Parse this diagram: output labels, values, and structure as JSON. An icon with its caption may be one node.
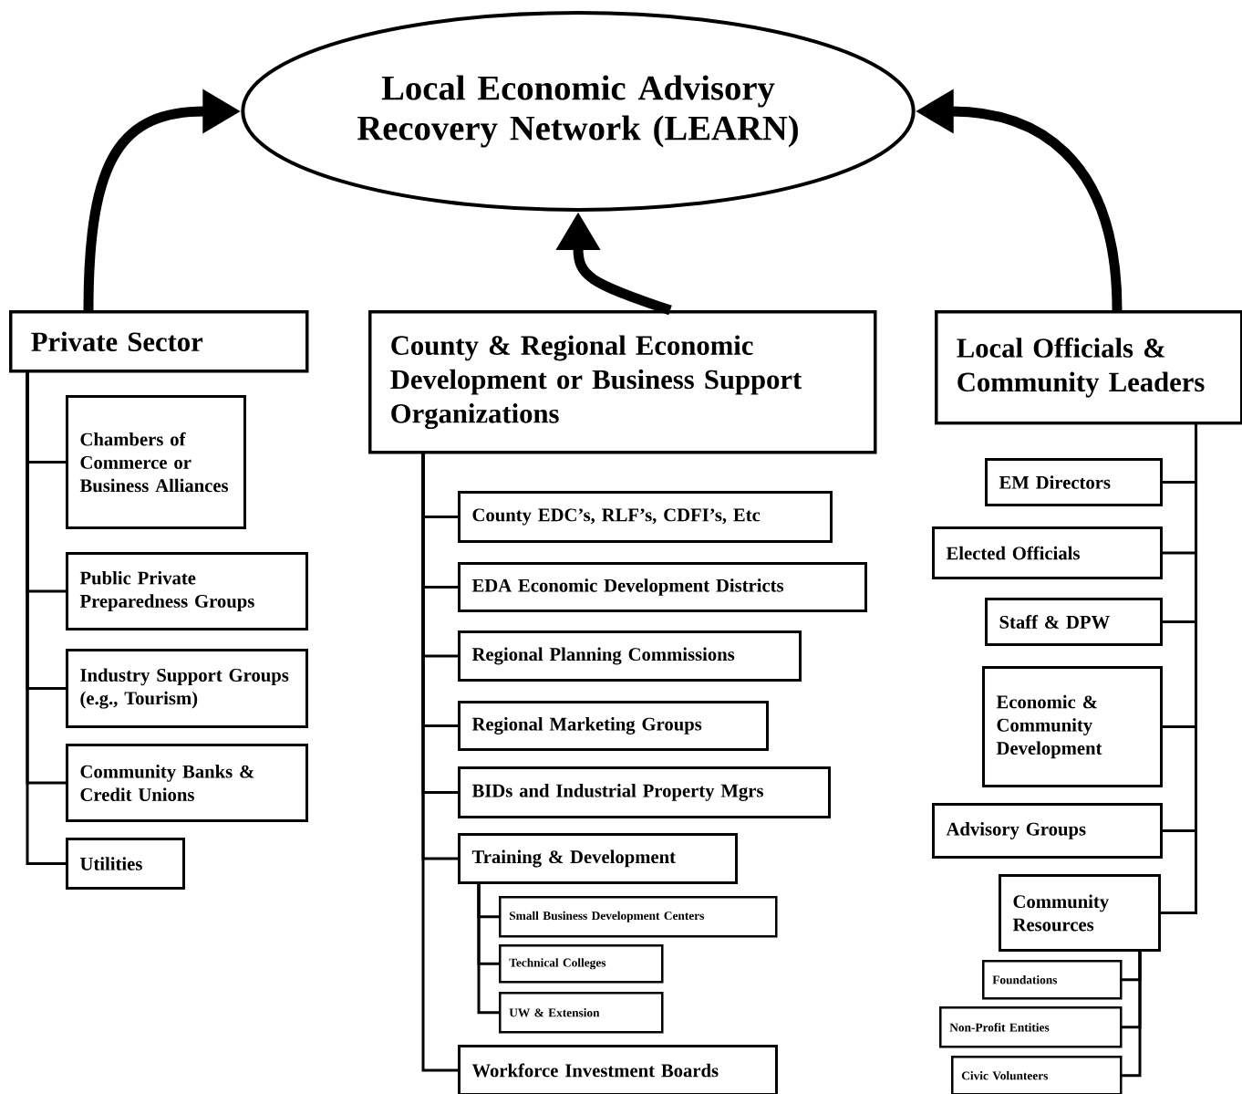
{
  "diagram": {
    "nodes": [
      {
        "text": [
          "Local Economic Advisory Recovery Network (LEARN)"
        ]
      },
      {
        "text": [
          "Private Sector"
        ]
      },
      {
        "text": [
          "Chambers of Commerce or Business Alliances"
        ]
      },
      {
        "text": [
          "Public Private Preparedness Groups"
        ]
      },
      {
        "text": [
          "Industry Support Groups (e.g., Tourism)"
        ]
      },
      {
        "text": [
          "Community Banks & Credit Unions"
        ]
      },
      {
        "text": [
          "Utilities"
        ]
      },
      {
        "text": [
          "County & Regional Economic Development or Business Support Organizations"
        ]
      },
      {
        "text": [
          "County EDC’s, RLF’s, CDFI’s, Etc"
        ]
      },
      {
        "text": [
          "EDA Economic Development Districts"
        ]
      },
      {
        "text": [
          "Regional Planning Commissions"
        ]
      },
      {
        "text": [
          "Regional Marketing Groups"
        ]
      },
      {
        "text": [
          "BIDs and Industrial Property Mgrs"
        ]
      },
      {
        "text": [
          "Training & Development"
        ]
      },
      {
        "text": [
          "Small Business Development Centers"
        ]
      },
      {
        "text": [
          "Technical Colleges"
        ]
      },
      {
        "text": [
          "UW & Extension"
        ]
      },
      {
        "text": [
          "Workforce Investment Boards"
        ]
      },
      {
        "text": [
          "Local Officials & Community Leaders"
        ]
      },
      {
        "text": [
          "EM Directors"
        ]
      },
      {
        "text": [
          "Elected Officials"
        ]
      },
      {
        "text": [
          "Staff & DPW"
        ]
      },
      {
        "text": [
          "Economic & Community Development"
        ]
      },
      {
        "text": [
          "Advisory Groups"
        ]
      },
      {
        "text": [
          "Community Resources"
        ]
      },
      {
        "text": [
          "Foundations"
        ]
      },
      {
        "text": [
          "Non-Profit Entities"
        ]
      },
      {
        "text": [
          "Civic Volunteers"
        ]
      }
    ],
    "edges": [
      {
        "from": 1,
        "to": 0,
        "arrow": "to",
        "style": "thick"
      },
      {
        "from": 7,
        "to": 0,
        "arrow": "to",
        "style": "thick"
      },
      {
        "from": 18,
        "to": 0,
        "arrow": "to",
        "style": "thick"
      },
      {
        "from": 1,
        "to": 2,
        "arrow": "none"
      },
      {
        "from": 1,
        "to": 3,
        "arrow": "none"
      },
      {
        "from": 1,
        "to": 4,
        "arrow": "none"
      },
      {
        "from": 1,
        "to": 5,
        "arrow": "none"
      },
      {
        "from": 1,
        "to": 6,
        "arrow": "none"
      },
      {
        "from": 7,
        "to": 8,
        "arrow": "none"
      },
      {
        "from": 7,
        "to": 9,
        "arrow": "none"
      },
      {
        "from": 7,
        "to": 10,
        "arrow": "none"
      },
      {
        "from": 7,
        "to": 11,
        "arrow": "none"
      },
      {
        "from": 7,
        "to": 12,
        "arrow": "none"
      },
      {
        "from": 7,
        "to": 13,
        "arrow": "none"
      },
      {
        "from": 7,
        "to": 17,
        "arrow": "none"
      },
      {
        "from": 13,
        "to": 14,
        "arrow": "none"
      },
      {
        "from": 13,
        "to": 15,
        "arrow": "none"
      },
      {
        "from": 13,
        "to": 16,
        "arrow": "none"
      },
      {
        "from": 18,
        "to": 19,
        "arrow": "none"
      },
      {
        "from": 18,
        "to": 20,
        "arrow": "none"
      },
      {
        "from": 18,
        "to": 21,
        "arrow": "none"
      },
      {
        "from": 18,
        "to": 22,
        "arrow": "none"
      },
      {
        "from": 18,
        "to": 23,
        "arrow": "none"
      },
      {
        "from": 18,
        "to": 24,
        "arrow": "none"
      },
      {
        "from": 24,
        "to": 25,
        "arrow": "none"
      },
      {
        "from": 24,
        "to": 26,
        "arrow": "none"
      },
      {
        "from": 24,
        "to": 27,
        "arrow": "none"
      }
    ]
  }
}
